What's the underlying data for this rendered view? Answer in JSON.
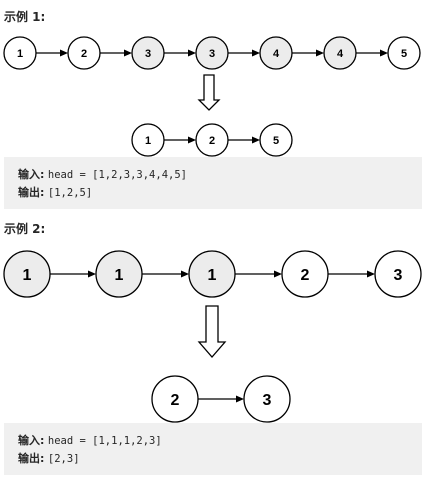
{
  "colors": {
    "removed_fill": "#ececec",
    "kept_fill": "#ffffff",
    "stroke": "#000000",
    "code_bg": "#f0f0f0"
  },
  "examples": [
    {
      "heading": "示例 1:",
      "input_list": [
        {
          "value": "1",
          "removed": false
        },
        {
          "value": "2",
          "removed": false
        },
        {
          "value": "3",
          "removed": true
        },
        {
          "value": "3",
          "removed": true
        },
        {
          "value": "4",
          "removed": true
        },
        {
          "value": "4",
          "removed": true
        },
        {
          "value": "5",
          "removed": false
        }
      ],
      "output_list": [
        "1",
        "2",
        "5"
      ],
      "input_label": "输入:",
      "input_value": "head = [1,2,3,3,4,4,5]",
      "output_label": "输出:",
      "output_value": "[1,2,5]"
    },
    {
      "heading": "示例 2:",
      "input_list": [
        {
          "value": "1",
          "removed": true
        },
        {
          "value": "1",
          "removed": true
        },
        {
          "value": "1",
          "removed": true
        },
        {
          "value": "2",
          "removed": false
        },
        {
          "value": "3",
          "removed": false
        }
      ],
      "output_list": [
        "2",
        "3"
      ],
      "input_label": "输入:",
      "input_value": "head = [1,1,1,2,3]",
      "output_label": "输出:",
      "output_value": "[2,3]"
    }
  ]
}
